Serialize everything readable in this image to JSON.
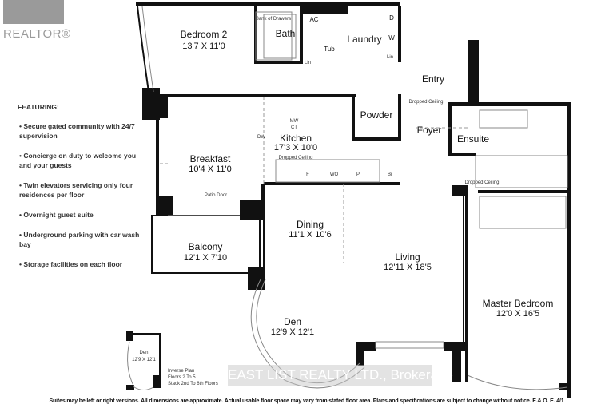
{
  "logo": {
    "text": "REALTOR®"
  },
  "features": {
    "heading": "FEATURING:",
    "items": [
      "• Secure gated community with 24/7 supervision",
      "• Concierge on duty to welcome you and your guests",
      "• Twin elevators servicing only four residences per floor",
      "• Overnight guest suite",
      "• Underground parking with car wash bay",
      "• Storage facilities on each floor"
    ]
  },
  "rooms": {
    "bedroom2": {
      "name": "Bedroom 2",
      "dim": "13'7 X 11'0"
    },
    "bath": {
      "name": "Bath"
    },
    "laundry": {
      "name": "Laundry"
    },
    "entry": {
      "name": "Entry"
    },
    "powder": {
      "name": "Powder"
    },
    "foyer": {
      "name": "Foyer"
    },
    "kitchen": {
      "name": "Kitchen",
      "dim": "17'3 X 10'0"
    },
    "breakfast": {
      "name": "Breakfast",
      "dim": "10'4 X 11'0"
    },
    "ensuite": {
      "name": "Ensuite"
    },
    "dining": {
      "name": "Dining",
      "dim": "11'1 X 10'6"
    },
    "living": {
      "name": "Living",
      "dim": "12'11 X 18'5"
    },
    "balcony": {
      "name": "Balcony",
      "dim": "12'1 X 7'10"
    },
    "den": {
      "name": "Den",
      "dim": "12'9 X 12'1"
    },
    "master": {
      "name": "Master Bedroom",
      "dim": "12'0 X 16'5"
    },
    "mini_den": {
      "name": "Den",
      "dim": "12'9 X 12'1"
    }
  },
  "fixtures": {
    "ac": "AC",
    "d": "D",
    "w": "W",
    "tub": "Tub",
    "lin": "Lin",
    "mw": "MW",
    "ct": "CT",
    "dw": "DW",
    "f": "F",
    "wo": "WO",
    "p": "P",
    "br": "Br",
    "patio_door": "Patio Door",
    "dropped_ceiling": "Dropped Ceiling",
    "bank_of_drawers": "Bank of Drawers"
  },
  "alt_plan_note": [
    "Inverse Plan",
    "Floors 2 To 5",
    "Stack 2nd To 6th Floors"
  ],
  "watermark": "EAST LIST REALTY LTD., Brokerage",
  "footer": "Suites may be left or right versions.  All dimensions are approximate.  Actual usable floor space may vary from stated floor area.  Plans and specifications are subject to change without notice. E.& O. E. 4/1"
}
